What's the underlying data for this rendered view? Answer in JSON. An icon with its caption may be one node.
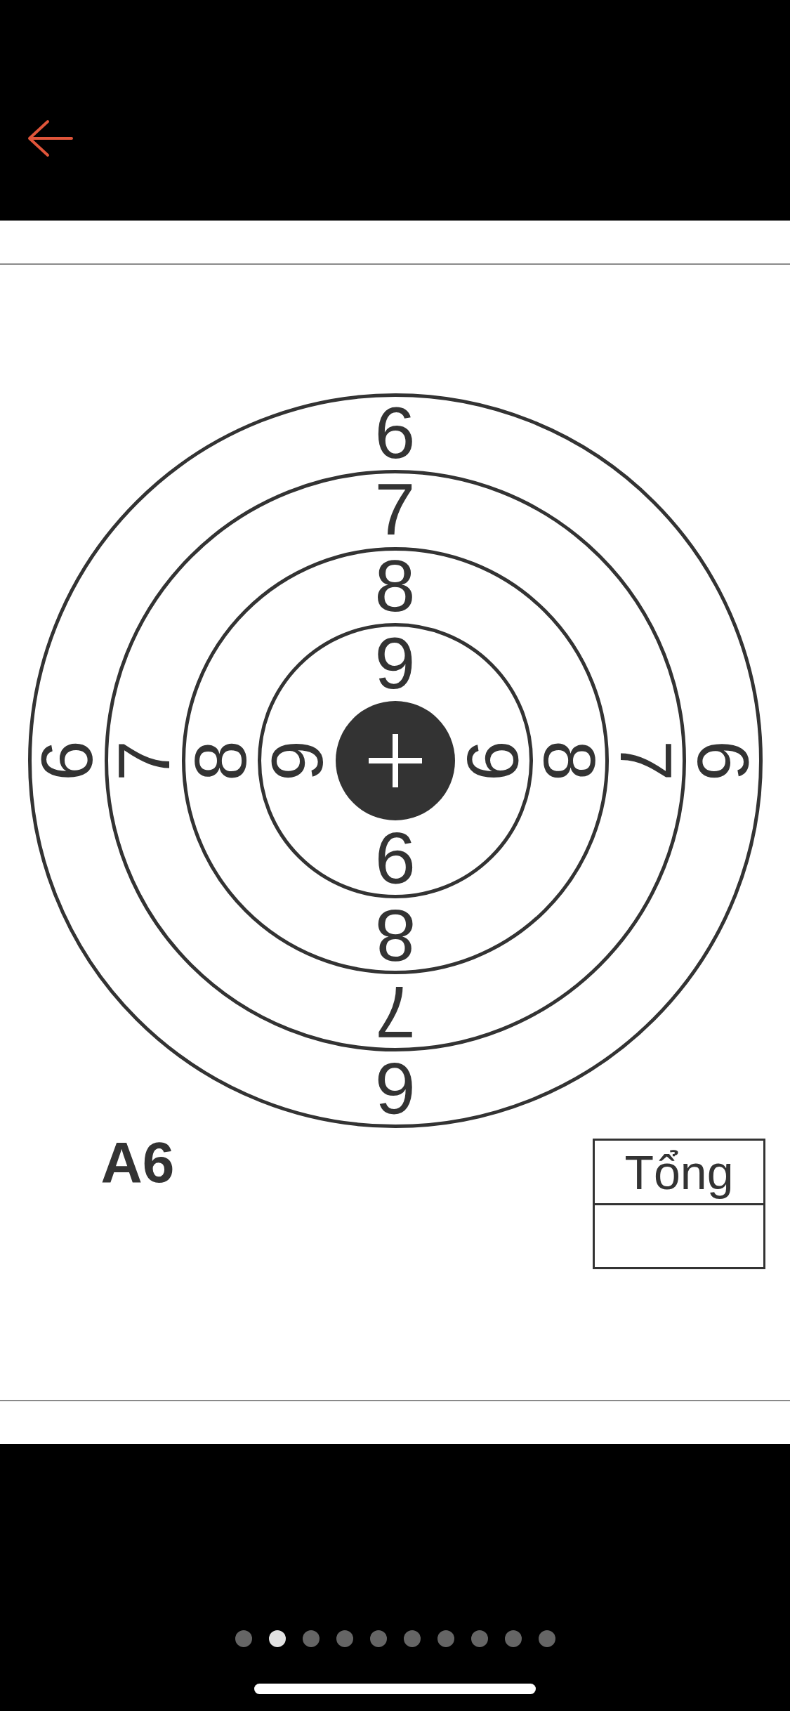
{
  "diagram": {
    "nodes": [
      {
        "text": [
          "6",
          "6",
          "6",
          "6"
        ]
      },
      {
        "text": [
          "7",
          "7",
          "7",
          "7"
        ],
        "in": 0
      },
      {
        "text": [
          "8",
          "8",
          "8",
          "8"
        ],
        "in": 1
      },
      {
        "text": [
          "9",
          "9",
          "9",
          "9"
        ],
        "in": 2
      },
      {
        "text": [],
        "shape": "circle",
        "in": 3
      },
      {
        "text": [
          "Tổng"
        ]
      }
    ],
    "labels": [
      "A6"
    ]
  }
}
